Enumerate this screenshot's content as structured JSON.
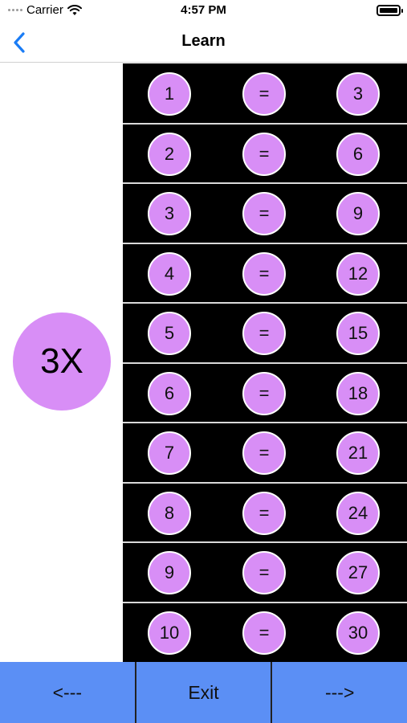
{
  "status_bar": {
    "carrier": "Carrier",
    "time": "4:57 PM"
  },
  "nav": {
    "title": "Learn",
    "back_icon": "chevron-left-icon"
  },
  "multiplier_label": "3X",
  "rows": [
    {
      "n": "1",
      "eq": "=",
      "result": "3"
    },
    {
      "n": "2",
      "eq": "=",
      "result": "6"
    },
    {
      "n": "3",
      "eq": "=",
      "result": "9"
    },
    {
      "n": "4",
      "eq": "=",
      "result": "12"
    },
    {
      "n": "5",
      "eq": "=",
      "result": "15"
    },
    {
      "n": "6",
      "eq": "=",
      "result": "18"
    },
    {
      "n": "7",
      "eq": "=",
      "result": "21"
    },
    {
      "n": "8",
      "eq": "=",
      "result": "24"
    },
    {
      "n": "9",
      "eq": "=",
      "result": "27"
    },
    {
      "n": "10",
      "eq": "=",
      "result": "30"
    }
  ],
  "bottom": {
    "prev_label": "<---",
    "exit_label": "Exit",
    "next_label": "--->"
  },
  "colors": {
    "accent_purple": "#d88ef6",
    "button_blue": "#5b8ff5",
    "nav_blue": "#1a7cf5"
  }
}
